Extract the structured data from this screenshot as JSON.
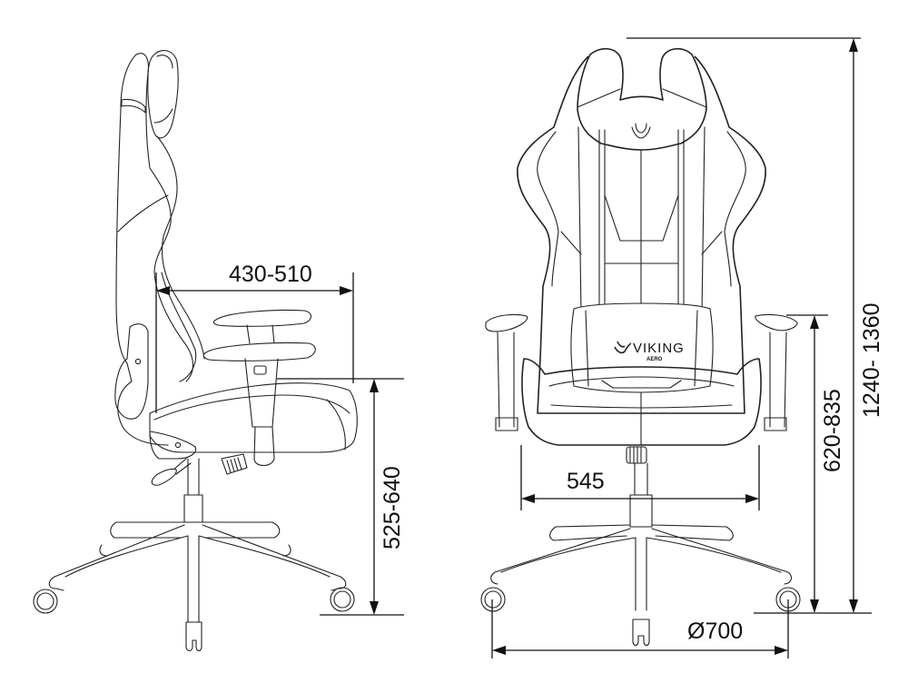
{
  "diagram": {
    "subject": "Gaming chair dimension drawing",
    "views": [
      {
        "name": "side-view"
      },
      {
        "name": "front-view"
      }
    ],
    "brand": {
      "logo_text": "VIKING",
      "logo_subtext": "AERO"
    },
    "dimensions": {
      "seat_depth": "430-510",
      "seat_height": "525-640",
      "seat_width": "545",
      "armrest_height": "620-835",
      "overall_height": "1240- 1360",
      "base_diameter": "Ø700"
    },
    "colors": {
      "line": "#222222",
      "background": "#ffffff",
      "text": "#111111"
    }
  }
}
